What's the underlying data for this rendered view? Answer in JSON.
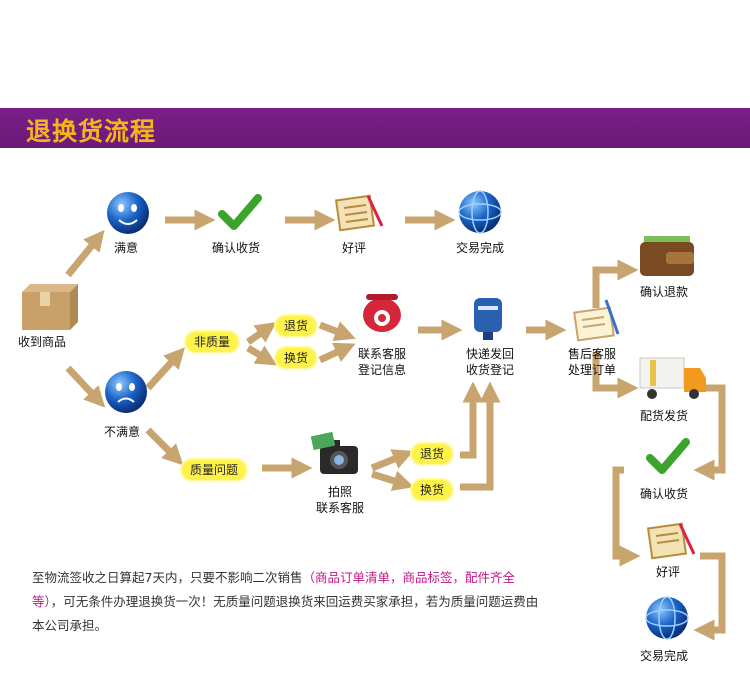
{
  "title": "退换货流程",
  "nodes": {
    "receive": "收到商品",
    "satisfied": "满意",
    "confirm_receipt": "确认收货",
    "good_review": "好评",
    "deal_done": "交易完成",
    "unsatisfied": "不满意",
    "non_quality": "非质量",
    "return_a": "退货",
    "exchange_a": "换货",
    "contact_cs_l1": "联系客服",
    "contact_cs_l2": "登记信息",
    "express_l1": "快递发回",
    "express_l2": "收货登记",
    "quality_issue": "质量问题",
    "photo_l1": "拍照",
    "photo_l2": "联系客服",
    "return_b": "退货",
    "exchange_b": "换货",
    "aftersale_l1": "售后客服",
    "aftersale_l2": "处理订单",
    "refund": "确认退款",
    "ship": "配货发货",
    "confirm_receipt_2": "确认收货",
    "good_review_2": "好评",
    "deal_done_2": "交易完成"
  },
  "note": {
    "part1": "至物流签收之日算起7天内，只要不影响二次销售",
    "highlight": "（商品订单清单，商品标签，配件齐全等）",
    "part2": "，可无条件办理退换货一次！无质量问题退换货来回运费买家承担，若为质量问题运费由本公司承担。"
  },
  "colors": {
    "banner": "#6a1b78",
    "title": "#f4b41a",
    "arrow": "#c8a46e",
    "tag": "#fff34a",
    "highlight": "#c2158a"
  }
}
